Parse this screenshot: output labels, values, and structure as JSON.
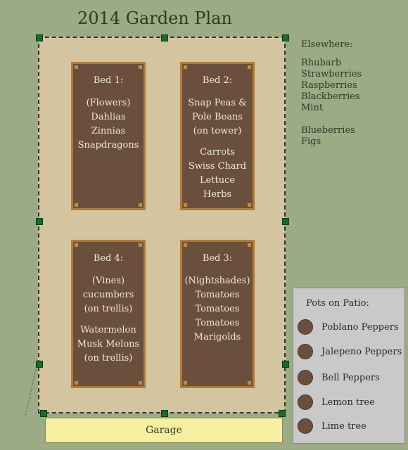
{
  "title": "2014 Garden Plan",
  "beds": [
    {
      "name": "Bed 1:",
      "groups": [
        [
          "(Flowers)",
          "Dahlias",
          "Zinnias",
          "Snapdragons"
        ]
      ]
    },
    {
      "name": "Bed 2:",
      "groups": [
        [
          "Snap Peas &",
          "Pole Beans",
          "(on tower)"
        ],
        [
          "Carrots",
          "Swiss Chard",
          "Lettuce",
          "Herbs"
        ]
      ]
    },
    {
      "name": "Bed 4:",
      "groups": [
        [
          "(Vines)",
          "cucumbers",
          "(on trellis)"
        ],
        [
          "Watermelon",
          "Musk Melons",
          "(on trellis)"
        ]
      ]
    },
    {
      "name": "Bed 3:",
      "groups": [
        [
          "(Nightshades)",
          "Tomatoes",
          "Tomatoes",
          "Tomatoes",
          "Marigolds"
        ]
      ]
    }
  ],
  "garage": "Garage",
  "elsewhere": {
    "heading": "Elsewhere:",
    "group1": [
      "Rhubarb",
      "Strawberries",
      "Raspberries",
      "Blackberries",
      "Mint"
    ],
    "group2": [
      "Blueberries",
      "Figs"
    ]
  },
  "pots": {
    "heading": "Pots on Patio:",
    "items": [
      "Poblano Peppers",
      "Jalepeno Peppers",
      "Bell Peppers",
      "Lemon tree",
      "Lime tree"
    ]
  },
  "colors": {
    "lawn": "#9aab85",
    "yard": "#d4c4a0",
    "bed_soil": "#6a4f3c",
    "bed_frame": "#b07a3a",
    "fence_post": "#1a6b2c",
    "garage": "#f5f0a0",
    "patio": "#c9c9c9"
  }
}
